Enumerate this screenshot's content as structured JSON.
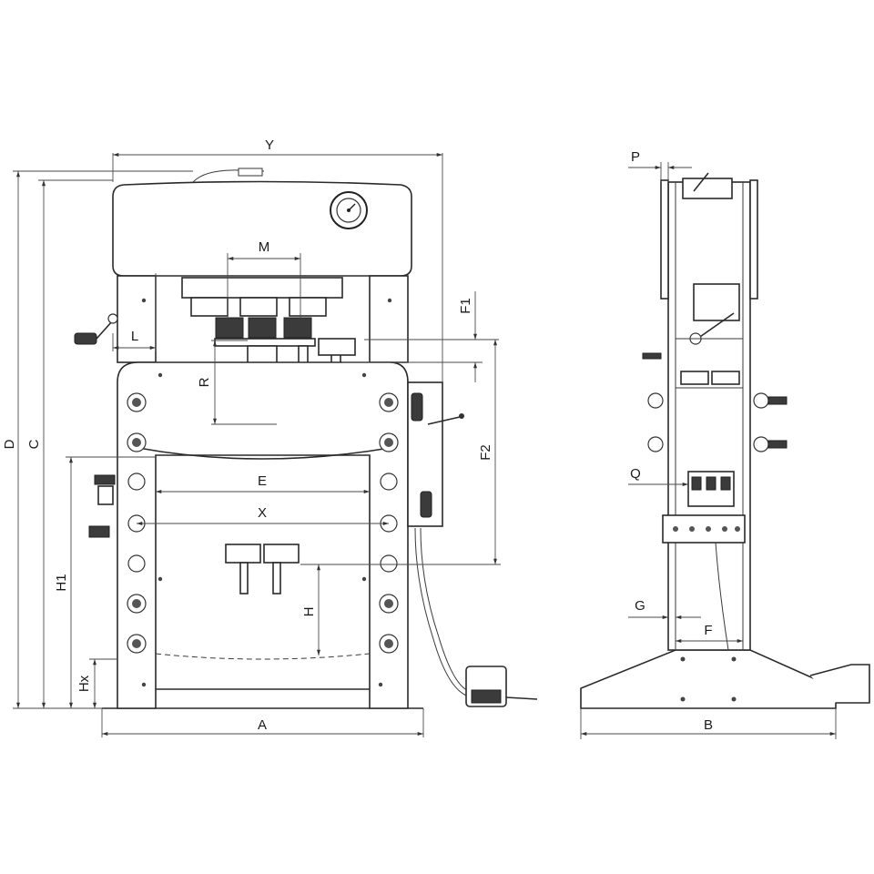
{
  "figure": {
    "dimension_labels": {
      "Y": "Y",
      "M": "M",
      "D": "D",
      "C": "C",
      "L": "L",
      "R": "R",
      "F1": "F1",
      "F2": "F2",
      "E": "E",
      "X": "X",
      "H": "H",
      "H1": "H1",
      "Hx": "Hx",
      "A": "A",
      "P": "P",
      "Q": "Q",
      "G": "G",
      "F": "F",
      "B": "B"
    }
  }
}
